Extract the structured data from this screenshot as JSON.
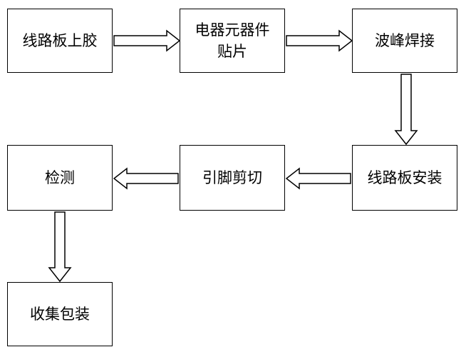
{
  "diagram": {
    "steps": [
      {
        "id": "s1",
        "label": "线路板上胶"
      },
      {
        "id": "s2",
        "label_line1": "电器元器件",
        "label_line2": "贴片"
      },
      {
        "id": "s3",
        "label": "波峰焊接"
      },
      {
        "id": "s4",
        "label": "线路板安装"
      },
      {
        "id": "s5",
        "label": "引脚剪切"
      },
      {
        "id": "s6",
        "label": "检测"
      },
      {
        "id": "s7",
        "label": "收集包装"
      }
    ],
    "flow": [
      {
        "from": "s1",
        "to": "s2"
      },
      {
        "from": "s2",
        "to": "s3"
      },
      {
        "from": "s3",
        "to": "s4"
      },
      {
        "from": "s4",
        "to": "s5"
      },
      {
        "from": "s5",
        "to": "s6"
      },
      {
        "from": "s6",
        "to": "s7"
      }
    ]
  }
}
